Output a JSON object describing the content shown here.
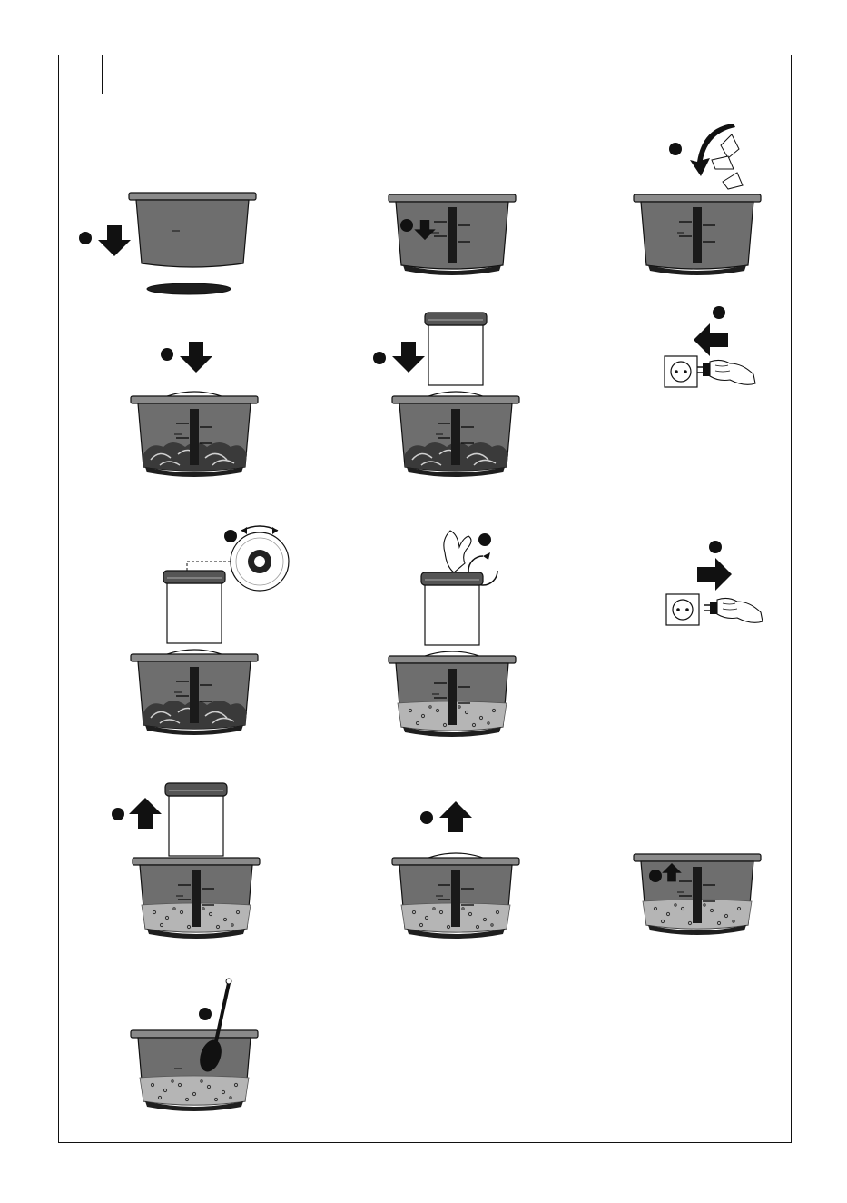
{
  "document": {
    "type": "assembly-instructions",
    "colors": {
      "bowl": "#6e6e6e",
      "bowl_rim": "#8a8a8a",
      "base": "#1e1e1e",
      "outline": "#111111",
      "food": "#bdbdbd",
      "liquid": "#a9a9a9",
      "white": "#ffffff"
    },
    "steps": [
      {
        "id": "step-1",
        "icons": [
          "down-arrow-icon",
          "bowl-icon",
          "base-plate-icon"
        ]
      },
      {
        "id": "step-2",
        "icons": [
          "down-arrow-icon",
          "blade-icon",
          "bowl-icon"
        ]
      },
      {
        "id": "step-3",
        "icons": [
          "curved-arrow-icon",
          "food-pieces-icon",
          "bowl-icon"
        ]
      },
      {
        "id": "step-4",
        "icons": [
          "down-arrow-icon",
          "lid-icon",
          "bowl-icon"
        ]
      },
      {
        "id": "step-5",
        "icons": [
          "down-arrow-icon",
          "motor-unit-icon",
          "bowl-icon"
        ]
      },
      {
        "id": "step-6",
        "icons": [
          "left-arrow-icon",
          "plug-icon",
          "socket-icon"
        ]
      },
      {
        "id": "step-7",
        "icons": [
          "speed-dial-icon",
          "rotate-arrows-icon",
          "motor-unit-icon"
        ]
      },
      {
        "id": "step-8",
        "icons": [
          "press-hand-icon",
          "rotate-arrow-icon",
          "motor-unit-icon"
        ]
      },
      {
        "id": "step-9",
        "icons": [
          "right-arrow-icon",
          "unplug-icon",
          "socket-icon"
        ]
      },
      {
        "id": "step-10",
        "icons": [
          "up-arrow-icon",
          "motor-unit-icon",
          "bowl-icon"
        ]
      },
      {
        "id": "step-11",
        "icons": [
          "up-arrow-icon",
          "lid-icon",
          "bowl-icon"
        ]
      },
      {
        "id": "step-12",
        "icons": [
          "up-arrow-icon",
          "blade-icon",
          "bowl-icon"
        ]
      },
      {
        "id": "step-13",
        "icons": [
          "spatula-icon",
          "bowl-icon"
        ]
      }
    ]
  }
}
